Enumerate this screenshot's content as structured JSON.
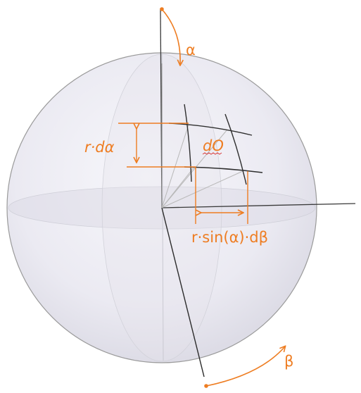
{
  "labels": {
    "alpha": "α",
    "beta": "β",
    "r_d_alpha": "r·dα",
    "d_o": "dO",
    "r_sin_alpha_d_beta": "r·sin(α)·dβ"
  },
  "colors": {
    "annotation": "#ee7d22",
    "sphere_fill": "#e9e8f1",
    "sphere_outline": "#9a9a9a",
    "axis_line": "#2b2b2b",
    "radial_line": "#b8b8b8",
    "spelling_underline": "#d83b3b"
  }
}
